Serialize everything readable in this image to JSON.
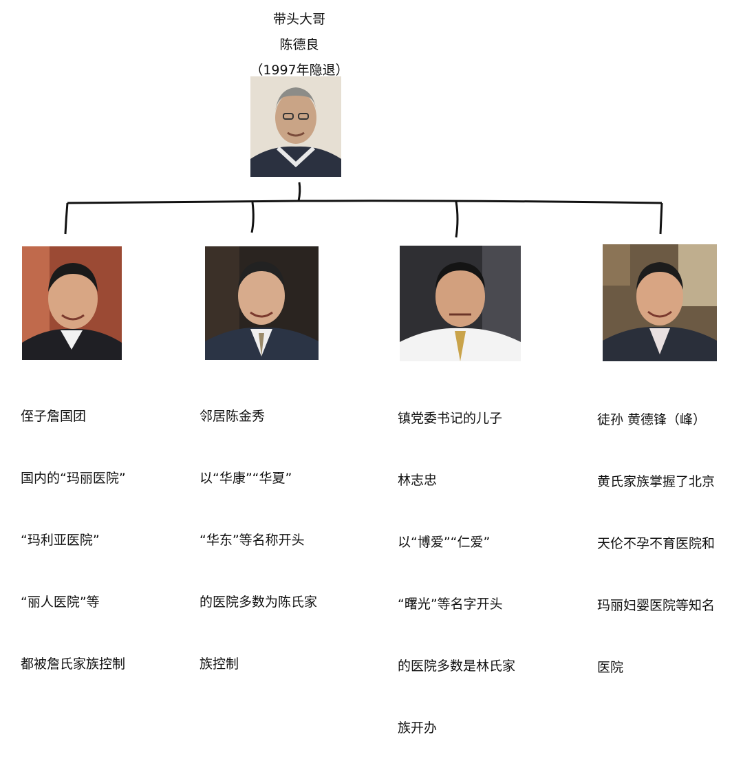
{
  "root": {
    "role": "带头大哥",
    "name": "陈德良",
    "note": "（1997年隐退）"
  },
  "members": [
    {
      "lines": [
        "侄子詹国团",
        "国内的“玛丽医院”",
        "“玛利亚医院”",
        "“丽人医院”等",
        "都被詹氏家族控制"
      ]
    },
    {
      "lines": [
        "邻居陈金秀",
        "以“华康”“华夏”",
        "“华东”等名称开头",
        "的医院多数为陈氏家",
        "族控制"
      ]
    },
    {
      "lines": [
        "镇党委书记的儿子",
        "林志忠",
        "以“博爱”“仁爱”",
        "“曙光”等名字开头",
        "的医院多数是林氏家",
        "族开办"
      ]
    },
    {
      "lines": [
        "徒孙 黄德锋（峰）",
        "黄氏家族掌握了北京",
        "天伦不孕不育医院和",
        "玛丽妇婴医院等知名",
        "医院"
      ]
    }
  ]
}
